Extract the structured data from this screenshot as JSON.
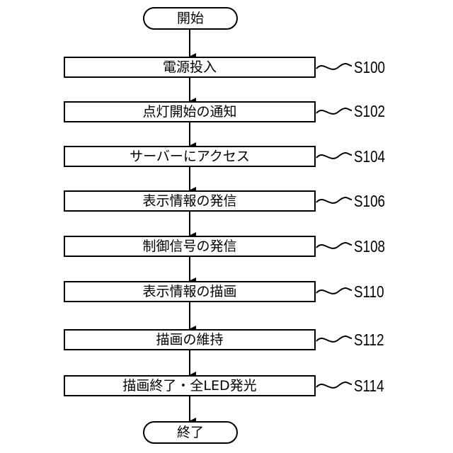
{
  "start_label": "開始",
  "end_label": "終了",
  "steps": [
    {
      "id": "S100",
      "label": "電源投入"
    },
    {
      "id": "S102",
      "label": "点灯開始の通知"
    },
    {
      "id": "S104",
      "label": "サーバーにアクセス"
    },
    {
      "id": "S106",
      "label": "表示情報の発信"
    },
    {
      "id": "S108",
      "label": "制御信号の発信"
    },
    {
      "id": "S110",
      "label": "表示情報の描画"
    },
    {
      "id": "S112",
      "label": "描画の維持"
    },
    {
      "id": "S114",
      "label": "描画終了・全LED発光"
    }
  ]
}
